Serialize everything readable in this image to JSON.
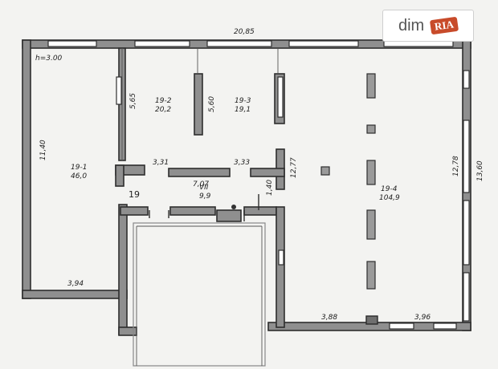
{
  "header_text": "h=3.00",
  "logo": {
    "text_main": "dim",
    "text_badge": "RIA"
  },
  "dimensions": {
    "top_total": "20,85",
    "left_height": "11,40",
    "room2_height": "5,65",
    "room3_height": "5,60",
    "corridor_left": "3,31",
    "corridor_right": "3,33",
    "corridor_len": "7,07",
    "corridor_small": "1,40",
    "right_inner": "12,77",
    "right_mid": "12,78",
    "right_outer": "13,60",
    "bottom_left": "3,94",
    "bottom_right1": "3,88",
    "bottom_right2": "3,96",
    "side_19": "19"
  },
  "rooms": [
    {
      "id": "19-1",
      "area": "46,0"
    },
    {
      "id": "19-2",
      "area": "20,2"
    },
    {
      "id": "19-3",
      "area": "19,1"
    },
    {
      "id": "19-4",
      "area": "104,9"
    },
    {
      "id": "VII",
      "area": "9,9"
    }
  ]
}
